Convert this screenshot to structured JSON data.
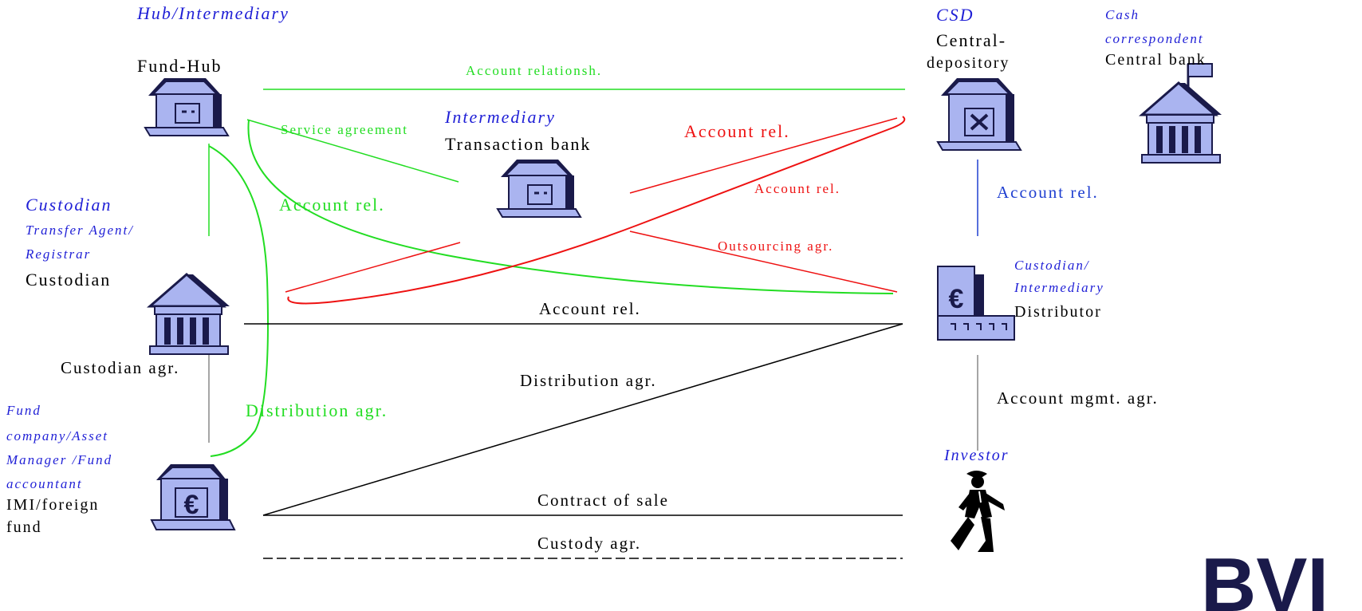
{
  "nodes": {
    "fund_hub": {
      "role": "Hub/Intermediary",
      "name": "Fund-Hub"
    },
    "transaction_bank": {
      "role": "Intermediary",
      "name": "Transaction bank"
    },
    "csd": {
      "role": "CSD",
      "name_line1": "Central-",
      "name_line2": "depository"
    },
    "central_bank": {
      "role_line1": "Cash",
      "role_line2": "correspondent",
      "name": "Central bank"
    },
    "custodian": {
      "role_line1": "Custodian",
      "role_line2": "Transfer Agent/",
      "role_line3": "Registrar",
      "name": "Custodian"
    },
    "distributor": {
      "role_line1": "Custodian/",
      "role_line2": "Intermediary",
      "name": "Distributor"
    },
    "fund_company": {
      "role_line1": "Fund",
      "role_line2": "company/Asset",
      "role_line3": "Manager /Fund",
      "role_line4": "accountant",
      "name_line1": "IMI/foreign",
      "name_line2": "fund"
    },
    "investor": {
      "role": "Investor"
    }
  },
  "relations": {
    "account_relationsh": "Account relationsh.",
    "service_agreement": "Service agreement",
    "account_rel_red_upper": "Account rel.",
    "account_rel_red_lower": "Account rel.",
    "account_rel_green": "Account rel.",
    "account_rel_blue": "Account rel.",
    "outsourcing": "Outsourcing agr.",
    "account_rel_black": "Account rel.",
    "custodian_agr": "Custodian agr.",
    "distribution_agr_black": "Distribution agr.",
    "distribution_agr_green": "Distribution agr.",
    "account_mgmt_agr": "Account mgmt. agr.",
    "contract_of_sale": "Contract of sale",
    "custody_agr": "Custody agr."
  },
  "logo_text": "BVI",
  "colors": {
    "role": "#1f1fd6",
    "green": "#22dd22",
    "red": "#ee1111",
    "blue": "#1f3fd0",
    "building_fill": "#aab4f0",
    "building_dark": "#1a1a4a"
  },
  "icons": [
    "bank-building-icon",
    "columns-bank-icon",
    "euro-building-icon",
    "csd-building-icon",
    "flag-bank-icon",
    "walking-man-icon"
  ]
}
